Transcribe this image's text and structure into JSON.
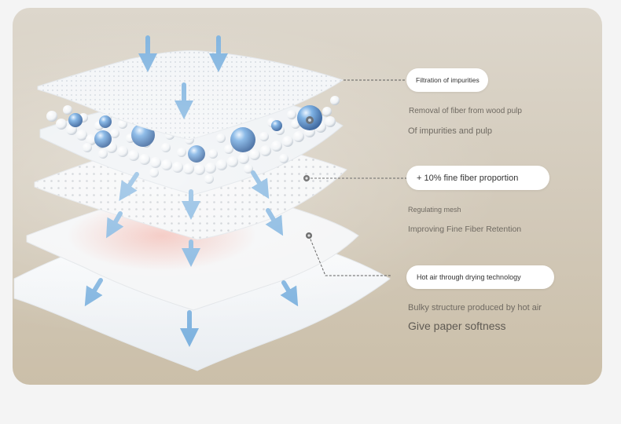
{
  "callouts": [
    {
      "label": "Filtration of impurities"
    },
    {
      "label": "+ 10% fine fiber proportion"
    },
    {
      "label": "Hot air through drying technology"
    }
  ],
  "descriptions": [
    "Removal of fiber from wood pulp",
    "Of impurities and pulp",
    "Regulating mesh",
    "Improving Fine Fiber Retention",
    "Bulky structure produced by hot air",
    "Give paper softness"
  ],
  "colors": {
    "arrow": "#7fb3df",
    "bead_blue": "#2f6fb3",
    "callout_line": "#555555"
  }
}
